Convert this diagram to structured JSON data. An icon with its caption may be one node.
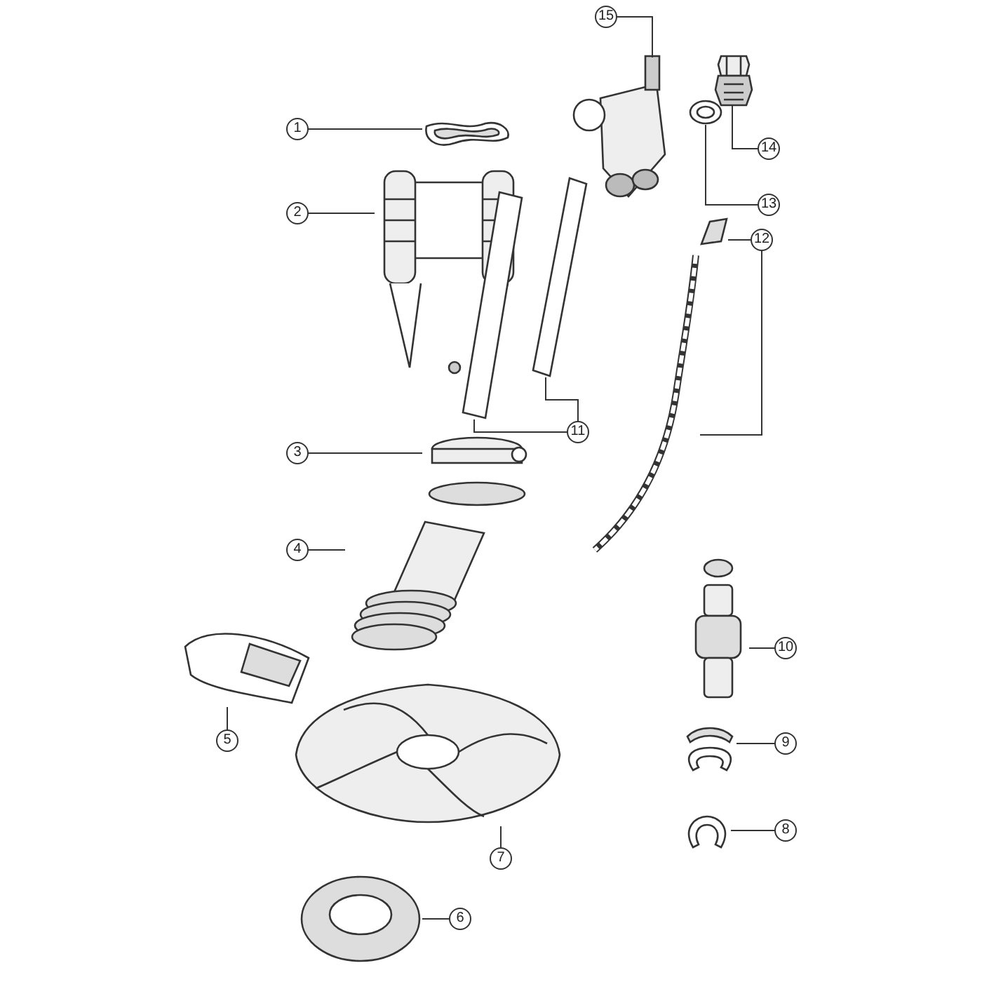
{
  "diagram": {
    "nodes": [
      {
        "text": [
          "1"
        ]
      },
      {
        "text": [],
        "shape": "picture"
      },
      {
        "text": [
          "2"
        ]
      },
      {
        "text": [],
        "shape": "picture"
      },
      {
        "text": [
          "15"
        ]
      },
      {
        "text": [],
        "shape": "picture"
      },
      {
        "text": [
          "14"
        ]
      },
      {
        "text": [],
        "shape": "picture"
      },
      {
        "text": [
          "13"
        ]
      },
      {
        "text": [],
        "shape": "picture"
      },
      {
        "text": [
          "12"
        ]
      },
      {
        "text": [],
        "shape": "picture"
      },
      {
        "text": [],
        "shape": "picture"
      },
      {
        "text": [
          "11"
        ]
      },
      {
        "text": [],
        "shape": "picture"
      },
      {
        "text": [],
        "shape": "picture"
      },
      {
        "text": [
          "3"
        ]
      },
      {
        "text": [],
        "shape": "picture"
      },
      {
        "text": [
          "4"
        ]
      },
      {
        "text": [],
        "shape": "picture"
      },
      {
        "text": [
          "10"
        ]
      },
      {
        "text": [],
        "shape": "picture"
      },
      {
        "text": [
          "5"
        ]
      },
      {
        "text": [],
        "shape": "picture"
      },
      {
        "text": [
          "9"
        ]
      },
      {
        "text": [],
        "shape": "picture"
      },
      {
        "text": [
          "7"
        ]
      },
      {
        "text": [],
        "shape": "picture"
      },
      {
        "text": [
          "8"
        ]
      },
      {
        "text": [],
        "shape": "picture"
      },
      {
        "text": [
          "6"
        ]
      },
      {
        "text": [],
        "shape": "picture"
      }
    ],
    "edges": [
      {
        "from": 0,
        "to": 1,
        "arrow": "none"
      },
      {
        "from": 2,
        "to": 3,
        "arrow": "none"
      },
      {
        "from": 4,
        "to": 5,
        "arrow": "none"
      },
      {
        "from": 6,
        "to": 7,
        "arrow": "none"
      },
      {
        "from": 8,
        "to": 9,
        "arrow": "none"
      },
      {
        "from": 10,
        "to": 11,
        "arrow": "none"
      },
      {
        "from": 10,
        "to": 12,
        "arrow": "none"
      },
      {
        "from": 13,
        "to": 14,
        "arrow": "none"
      },
      {
        "from": 13,
        "to": 15,
        "arrow": "none"
      },
      {
        "from": 16,
        "to": 17,
        "arrow": "none"
      },
      {
        "from": 18,
        "to": 19,
        "arrow": "none"
      },
      {
        "from": 20,
        "to": 21,
        "arrow": "none"
      },
      {
        "from": 22,
        "to": 23,
        "arrow": "none"
      },
      {
        "from": 24,
        "to": 25,
        "arrow": "none"
      },
      {
        "from": 26,
        "to": 27,
        "arrow": "none"
      },
      {
        "from": 28,
        "to": 29,
        "arrow": "none"
      },
      {
        "from": 30,
        "to": 31,
        "arrow": "none"
      }
    ]
  }
}
